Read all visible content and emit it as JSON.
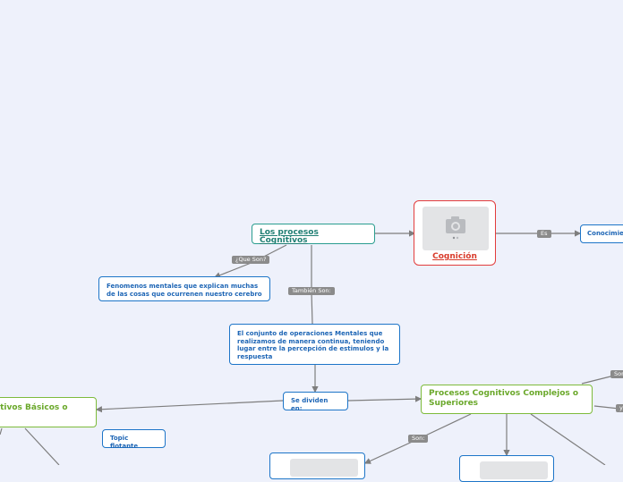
{
  "nodes": {
    "procesos": "Los procesos Cognitivos",
    "cognicion": "Cognición",
    "conocimiento": "Conocimie",
    "fenomenos": "Fenomenos mentales que explican muchas de las cosas que ocurrenen nuestro cerebro",
    "conjunto": "El conjunto de operaciones Mentales que realizamos de manera continua, teniendo lugar entre la percepción de estimulos y la respuesta",
    "se_dividen": "Se dividen en:",
    "basicos": "itivos Básicos o",
    "topic": "Topic flotante",
    "complejos": "Procesos Cognitivos Complejos o Superiores"
  },
  "labels": {
    "que_son": "¿Que Son?",
    "tambien": "También Son:",
    "es": "Es",
    "son_right": "Son:",
    "son_bottom": "Son:",
    "y_right": "y"
  },
  "icons": {
    "image_placeholder": "camera-icon"
  },
  "colors": {
    "background": "#eef1fb",
    "blue_border": "#1d75c8",
    "teal_border": "#2a9d8f",
    "green_border": "#7dbb3b",
    "red_border": "#e23d3d",
    "red_text": "#d93b2b",
    "connector": "#7e7e7e",
    "label_bg": "#8b8b8b"
  }
}
